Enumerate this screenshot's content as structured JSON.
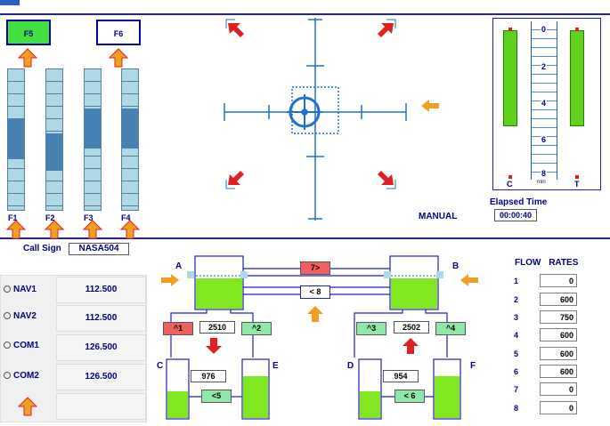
{
  "top": {
    "f5": "F5",
    "f6": "F6",
    "pump_labels": [
      "F1",
      "F2",
      "F3",
      "F4"
    ],
    "mode": "MANUAL",
    "elapsed_label": "Elapsed Time",
    "elapsed_value": "00:00:40"
  },
  "timer_scale": {
    "ticks": [
      "0",
      "2",
      "4",
      "6",
      "8"
    ],
    "unit": "min",
    "left_label": "C",
    "right_label": "T"
  },
  "comms": {
    "callsign_label": "Call Sign",
    "callsign_value": "NASA504",
    "rows": [
      {
        "name": "NAV1",
        "freq": "112.500"
      },
      {
        "name": "NAV2",
        "freq": "112.500"
      },
      {
        "name": "COM1",
        "freq": "126.500"
      },
      {
        "name": "COM2",
        "freq": "126.500"
      }
    ]
  },
  "tanks": {
    "a": "A",
    "b": "B",
    "c": "C",
    "d": "D",
    "e": "E",
    "f": "F",
    "a_value": "2510",
    "b_value": "2502",
    "c_value": "976",
    "d_value": "954",
    "pump1": "^1",
    "pump2": "^2",
    "pump3": "^3",
    "pump4": "^4",
    "pump5": "<5",
    "pump6": "< 6",
    "pump7": "7>",
    "pump8": "< 8"
  },
  "flow": {
    "header": "FLOW RATES",
    "rows": [
      {
        "id": "1",
        "value": "0"
      },
      {
        "id": "2",
        "value": "600"
      },
      {
        "id": "3",
        "value": "750"
      },
      {
        "id": "4",
        "value": "600"
      },
      {
        "id": "5",
        "value": "600"
      },
      {
        "id": "6",
        "value": "600"
      },
      {
        "id": "7",
        "value": "0"
      },
      {
        "id": "8",
        "value": "0"
      }
    ]
  },
  "colors": {
    "blue": "#0000c0",
    "green": "#80e820",
    "orange": "#f0a020",
    "red": "#e02020"
  }
}
